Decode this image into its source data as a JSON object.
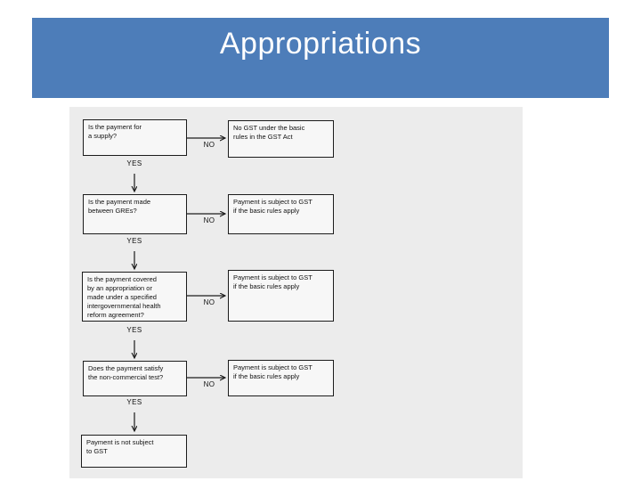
{
  "slide": {
    "title": "Appropriations"
  },
  "flowchart": {
    "boxes": {
      "q1": "Is the payment for\na supply?",
      "r1": "No GST under the basic\nrules in the GST Act",
      "q2": "Is the payment made\nbetween GREs?",
      "r2": "Payment is subject to GST\nif the basic rules apply",
      "q3": "Is the payment covered\nby an appropriation or\nmade under a specified\nintergovernmental health\nreform agreement?",
      "r3": "Payment is subject to GST\nif the basic rules apply",
      "q4": "Does the payment satisfy\nthe non-commercial test?",
      "r4": "Payment is subject to GST\nif the basic rules apply",
      "q5": "Payment is not subject\nto GST"
    },
    "labels": {
      "yes": "YES",
      "no": "NO"
    },
    "colors": {
      "title_band_blue": "#4d7db9",
      "panel_gray": "#ececec",
      "box_fill": "#f7f7f7",
      "box_border": "#1c1c1c",
      "title_text": "#ffffff"
    }
  }
}
